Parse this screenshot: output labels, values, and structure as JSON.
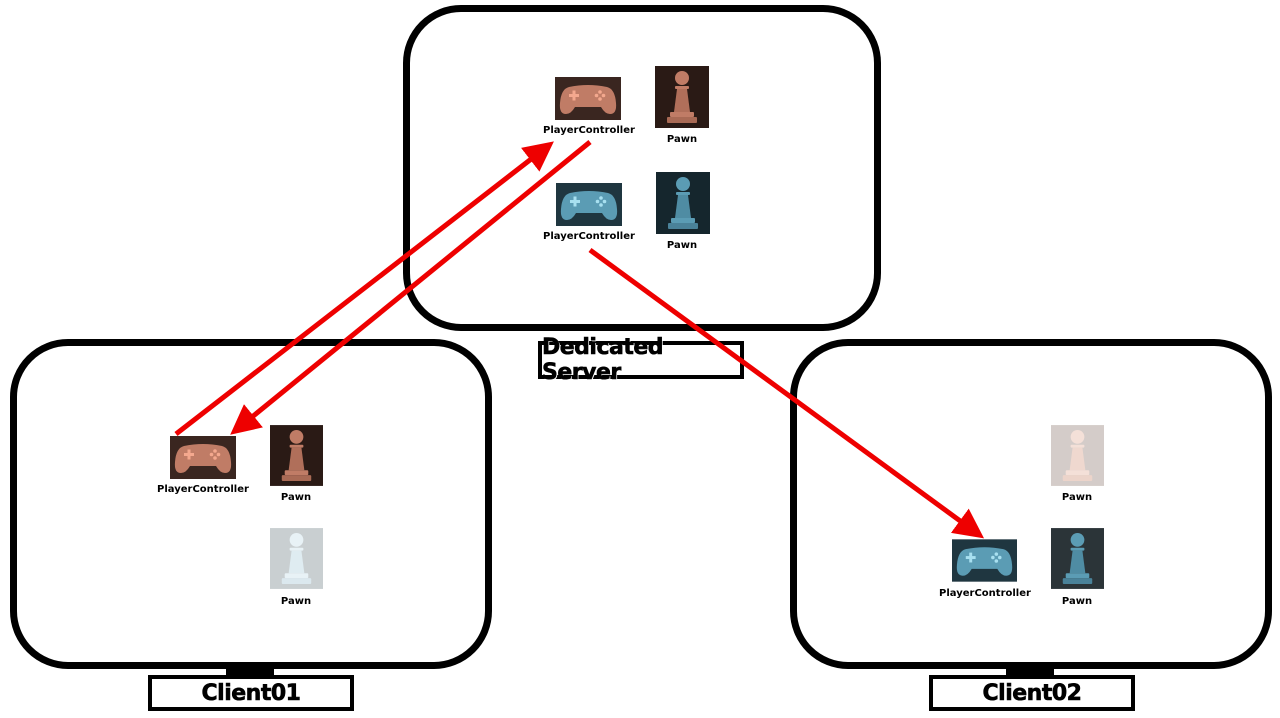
{
  "labels": {
    "server": "Dedicated Server",
    "client01": "Client01",
    "client02": "Client02"
  },
  "captions": {
    "player_controller": "PlayerController",
    "pawn": "Pawn"
  },
  "colors": {
    "brown_controller_bg": "#3a2620",
    "brown_controller": "#c07c66",
    "blue_controller_bg": "#1f3640",
    "blue_controller": "#5b9cb4",
    "brown_pawn_bg": "#2a1a15",
    "blue_pawn_bg": "#15262d",
    "arrow": "#ee0000",
    "faded_brown": "#f0d8d0",
    "faded_blue": "#d6e8ee"
  },
  "icons": [
    "gamepad-icon",
    "pawn-icon"
  ]
}
